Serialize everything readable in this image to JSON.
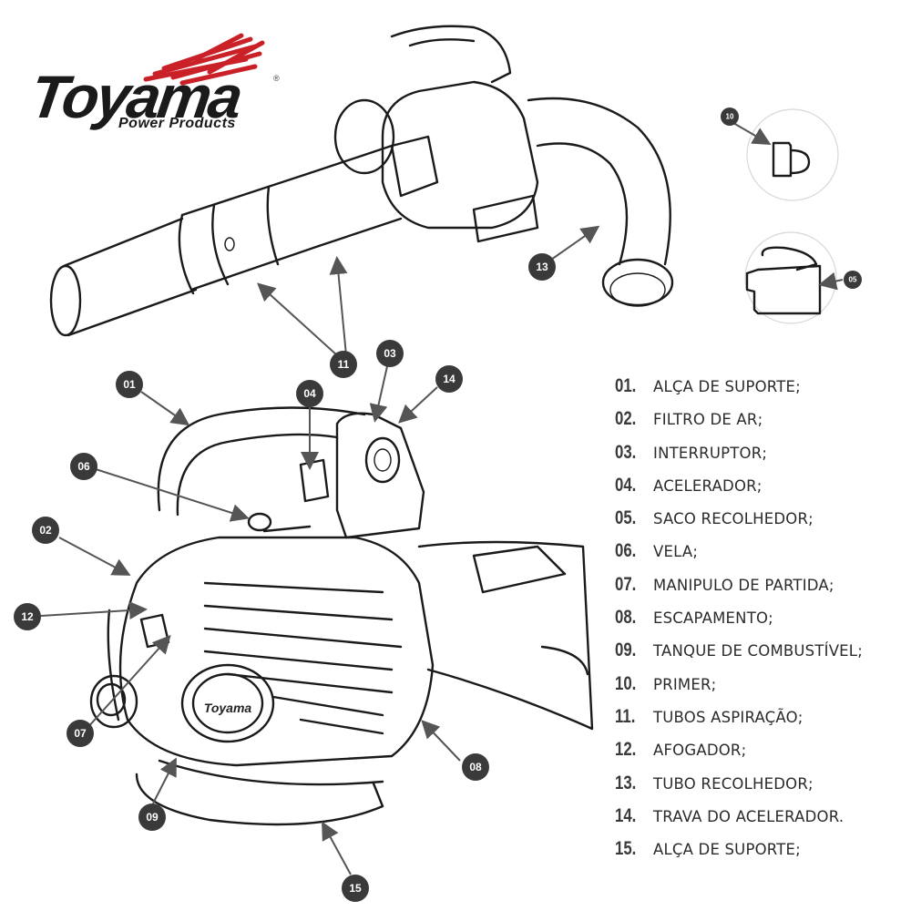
{
  "brand": {
    "name": "Toyama",
    "tagline": "Power Products",
    "registered_mark": "®",
    "accent_color": "#c8161d",
    "text_color": "#1a1a1a"
  },
  "diagram": {
    "subject": "Soprador / aspirador de folhas",
    "housing_logo": "Toyama",
    "callouts": [
      "01",
      "02",
      "03",
      "04",
      "05",
      "06",
      "07",
      "08",
      "09",
      "10",
      "11",
      "12",
      "13",
      "14",
      "15"
    ],
    "callout_color": "#3a3a3a"
  },
  "legend": {
    "items": [
      {
        "num": "01.",
        "label": "ALÇA DE SUPORTE;"
      },
      {
        "num": "02.",
        "label": "FILTRO DE AR;"
      },
      {
        "num": "03.",
        "label": "INTERRUPTOR;"
      },
      {
        "num": "04.",
        "label": "ACELERADOR;"
      },
      {
        "num": "05.",
        "label": "SACO RECOLHEDOR;"
      },
      {
        "num": "06.",
        "label": "VELA;"
      },
      {
        "num": "07.",
        "label": "MANIPULO DE PARTIDA;"
      },
      {
        "num": "08.",
        "label": "ESCAPAMENTO;"
      },
      {
        "num": "09.",
        "label": "TANQUE DE COMBUSTÍVEL;"
      },
      {
        "num": "10.",
        "label": "PRIMER;"
      },
      {
        "num": "11.",
        "label": "TUBOS ASPIRAÇÃO;"
      },
      {
        "num": "12.",
        "label": "AFOGADOR;"
      },
      {
        "num": "13.",
        "label": "TUBO RECOLHEDOR;"
      },
      {
        "num": "14.",
        "label": "TRAVA DO ACELERADOR."
      },
      {
        "num": "15.",
        "label": "ALÇA DE SUPORTE;"
      }
    ]
  }
}
